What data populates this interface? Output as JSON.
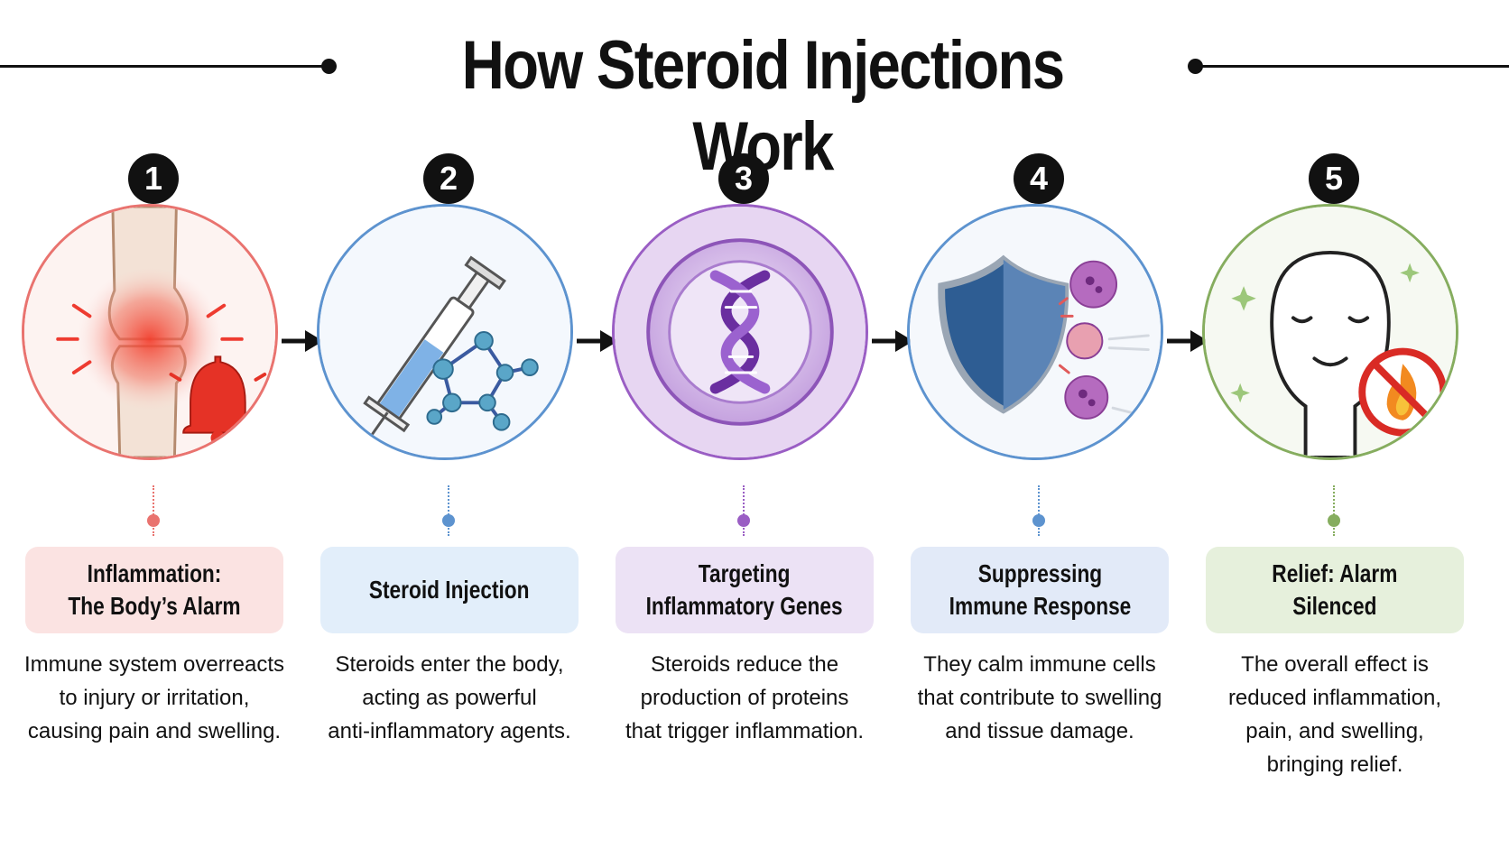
{
  "title": "How Steroid Injections Work",
  "steps": [
    {
      "number": "1",
      "label_lines": [
        "Inflammation:",
        "The Body’s Alarm"
      ],
      "description_lines": [
        "Immune system overreacts",
        "to injury or irritation,",
        "causing pain and swelling."
      ],
      "icon": "inflamed-knee-alarm-bell-icon",
      "color": "#e9736f",
      "box_color": "#fbe3e2"
    },
    {
      "number": "2",
      "label_lines": [
        "Steroid Injection"
      ],
      "description_lines": [
        "Steroids enter the body,",
        "acting as powerful",
        "anti-inflammatory agents."
      ],
      "icon": "syringe-molecule-icon",
      "color": "#5d93cf",
      "box_color": "#e2eefa"
    },
    {
      "number": "3",
      "label_lines": [
        "Targeting",
        "Inflammatory Genes"
      ],
      "description_lines": [
        "Steroids reduce the",
        "production of proteins",
        "that trigger inflammation."
      ],
      "icon": "dna-cell-icon",
      "color": "#9a5ec4",
      "box_color": "#ece2f5"
    },
    {
      "number": "4",
      "label_lines": [
        "Suppressing",
        "Immune Response"
      ],
      "description_lines": [
        "They calm immune cells",
        "that contribute to swelling",
        "and tissue damage."
      ],
      "icon": "shield-immune-cells-icon",
      "color": "#5d93cf",
      "box_color": "#e2eaf8"
    },
    {
      "number": "5",
      "label_lines": [
        "Relief: Alarm",
        "Silenced"
      ],
      "description_lines": [
        "The overall effect is",
        "reduced inflammation,",
        "pain, and swelling,",
        "bringing relief."
      ],
      "icon": "calm-face-no-fire-icon",
      "color": "#86ad5f",
      "box_color": "#e6f0dc"
    }
  ]
}
